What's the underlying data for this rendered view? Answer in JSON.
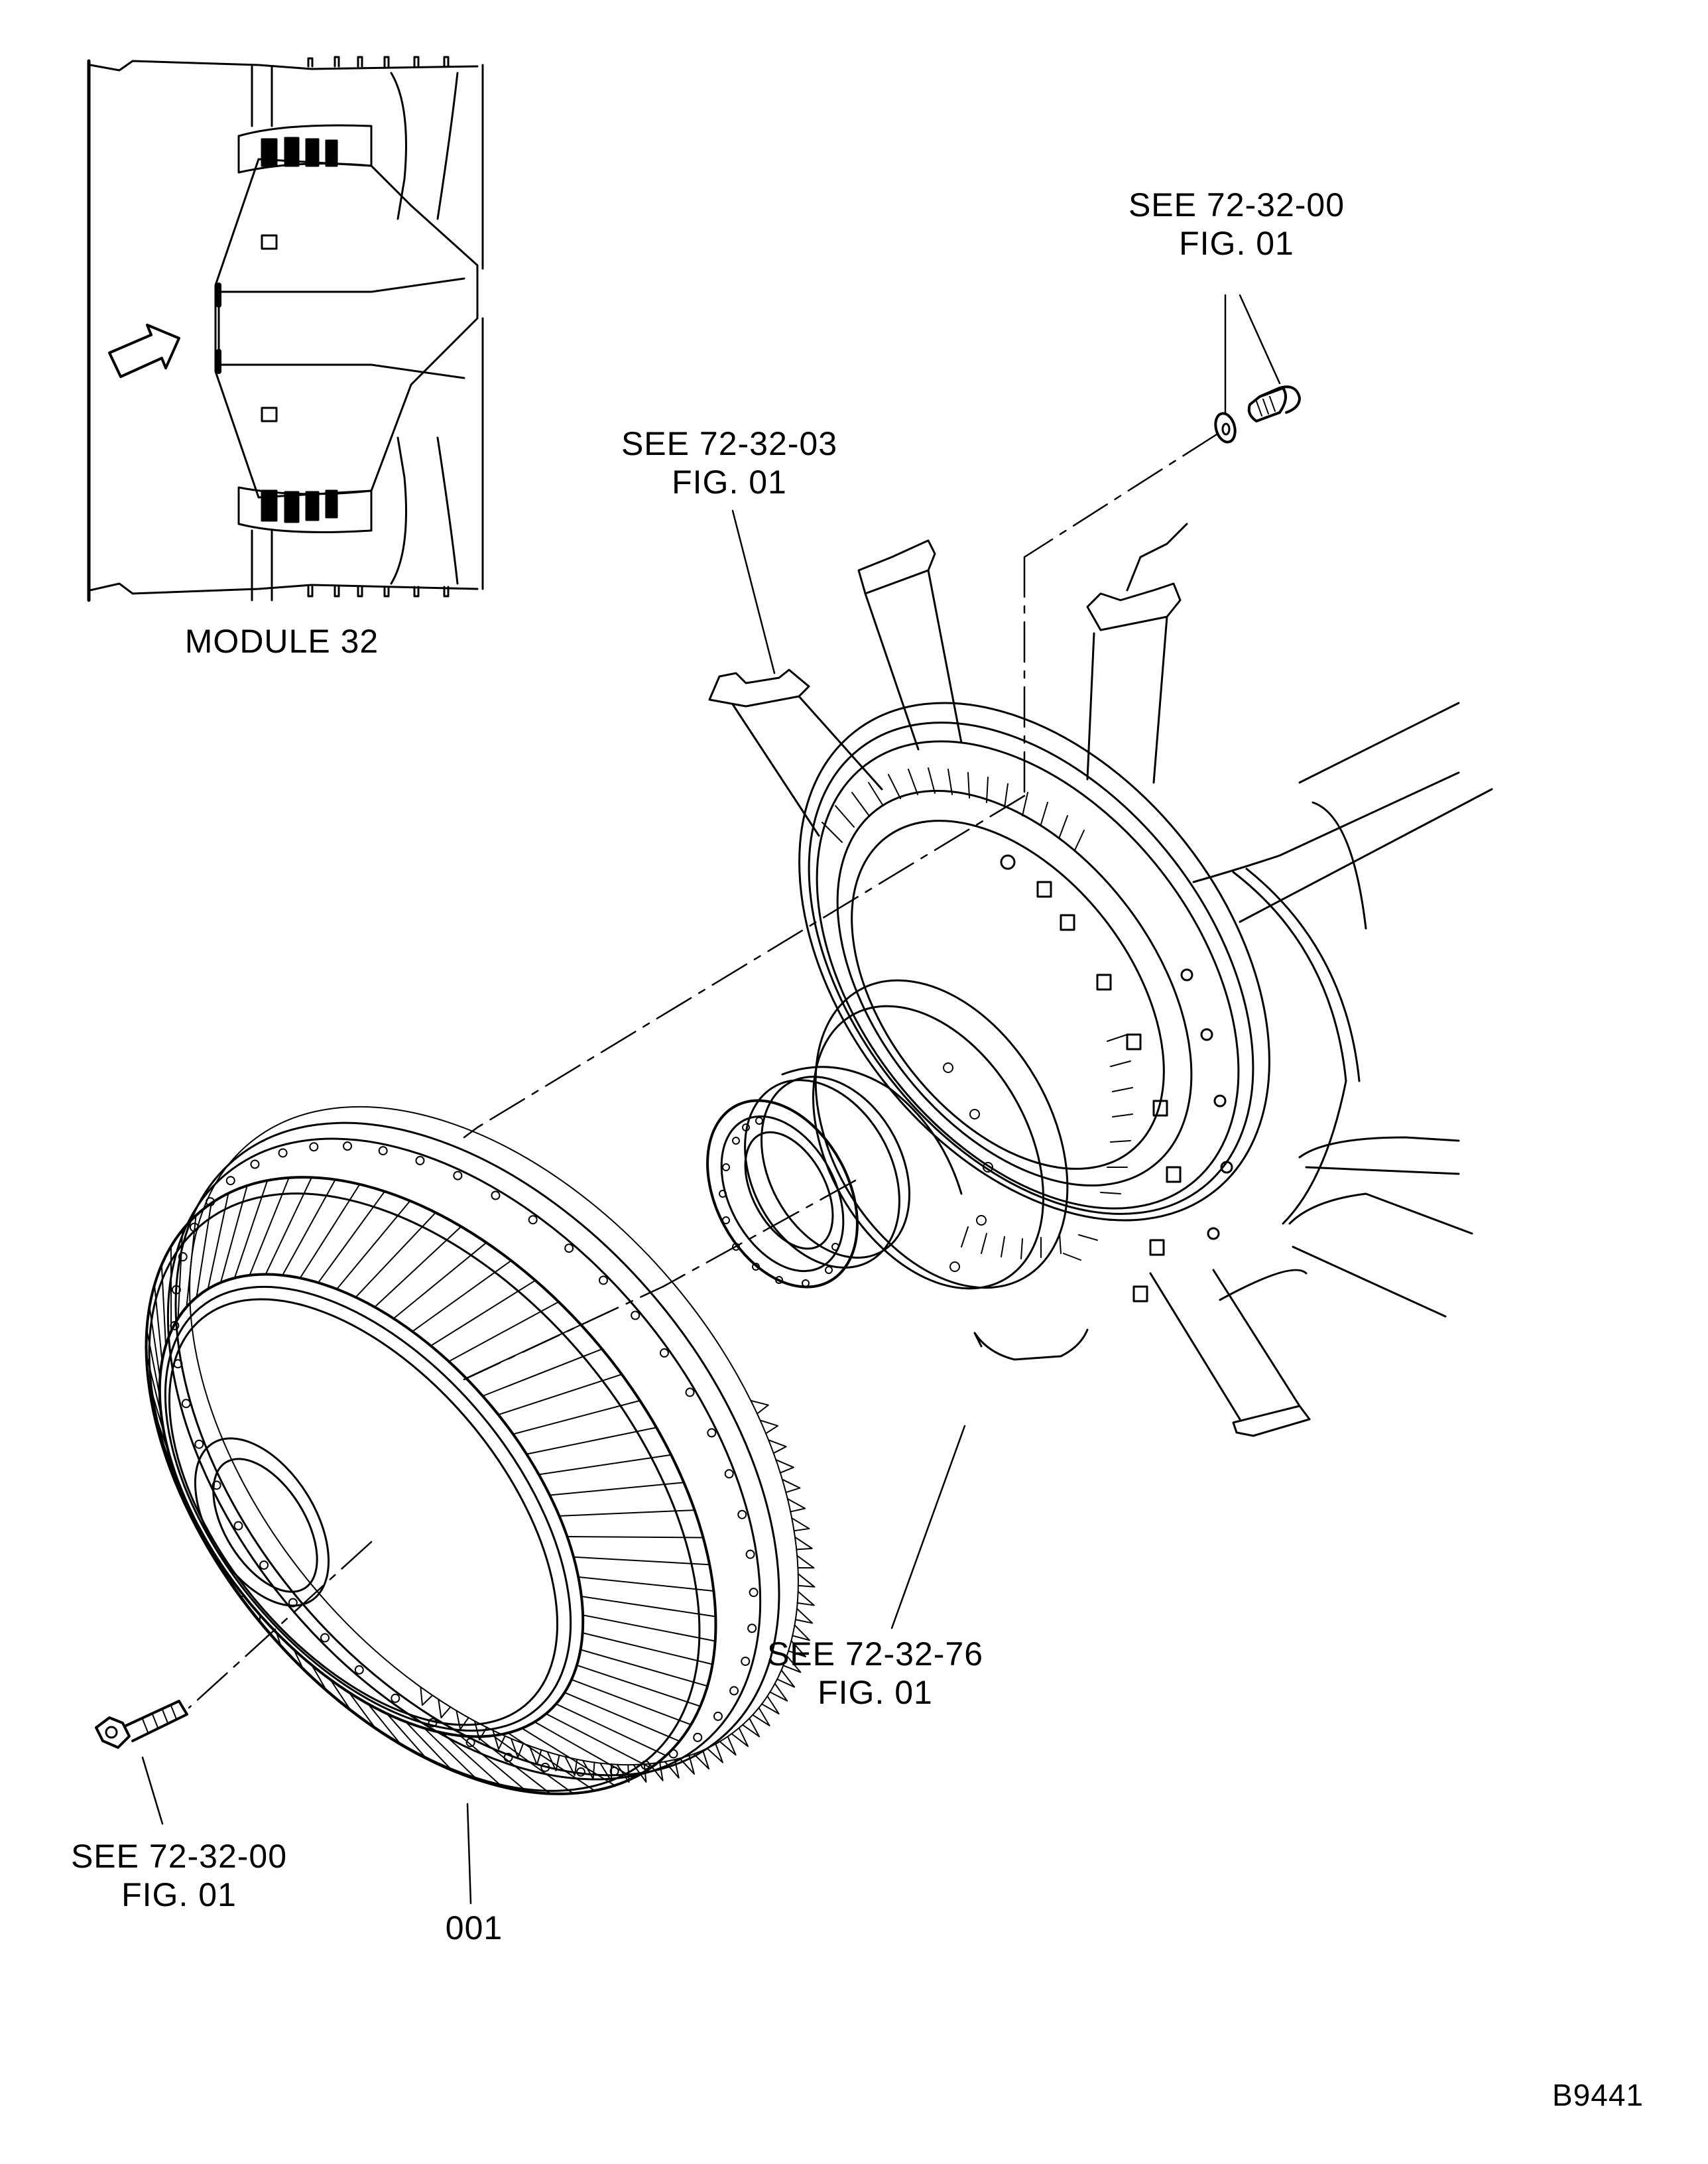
{
  "document": {
    "type": "illustrated parts catalog exploded view",
    "figure_id": "B9441"
  },
  "inset": {
    "caption": "MODULE 32",
    "arrow": "view-direction-arrow"
  },
  "callouts": [
    {
      "id": "top-right",
      "line1": "SEE 72-32-00",
      "line2": "FIG. 01",
      "points_to": "bolt-and-washer"
    },
    {
      "id": "top-mid",
      "line1": "SEE 72-32-03",
      "line2": "FIG. 01",
      "points_to": "outer-case-struts"
    },
    {
      "id": "bot-mid",
      "line1": "SEE 72-32-76",
      "line2": "FIG. 01",
      "points_to": "intermediate-case"
    },
    {
      "id": "bot-left",
      "line1": "SEE 72-32-00",
      "line2": "FIG. 01",
      "points_to": "attach-bolt"
    }
  ],
  "item_numbers": [
    {
      "number": "001",
      "points_to": "stator-vane-assembly"
    }
  ],
  "colors": {
    "ink": "#000000",
    "paper": "#ffffff"
  }
}
